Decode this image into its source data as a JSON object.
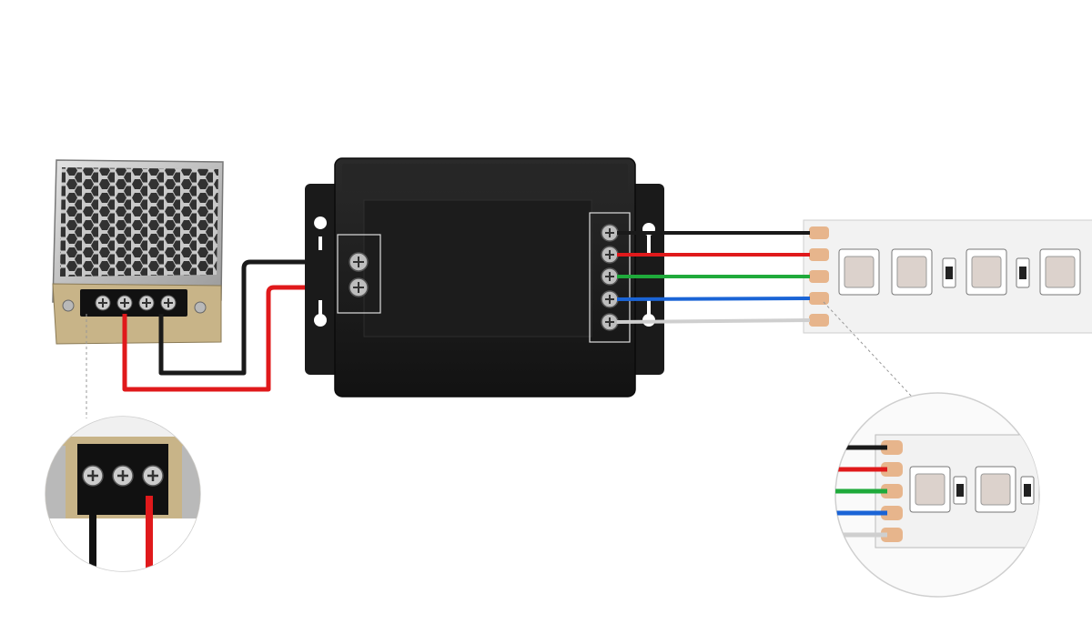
{
  "diagram": {
    "components": [
      {
        "id": "power_supply",
        "icon": "power-supply-icon"
      },
      {
        "id": "rgb_controller",
        "icon": "rgb-controller-icon"
      },
      {
        "id": "rgb_led_strip",
        "icon": "led-strip-icon"
      },
      {
        "id": "power_terminal_zoom",
        "icon": "magnifier-inset-icon"
      },
      {
        "id": "strip_pads_zoom",
        "icon": "magnifier-inset-icon"
      }
    ],
    "input_wires": [
      {
        "id": "negative",
        "color": "#1a1a1a"
      },
      {
        "id": "positive",
        "color": "#e0191b"
      }
    ],
    "output_wires": [
      {
        "id": "common",
        "color": "#1a1a1a"
      },
      {
        "id": "red",
        "color": "#e0191b"
      },
      {
        "id": "green",
        "color": "#1faa3b"
      },
      {
        "id": "blue",
        "color": "#1a64d6"
      },
      {
        "id": "white",
        "color": "#d9d9d9"
      }
    ],
    "controller_color": "#141414",
    "strip_color": "#f2f2f2",
    "pad_color": "#e7b58c"
  }
}
